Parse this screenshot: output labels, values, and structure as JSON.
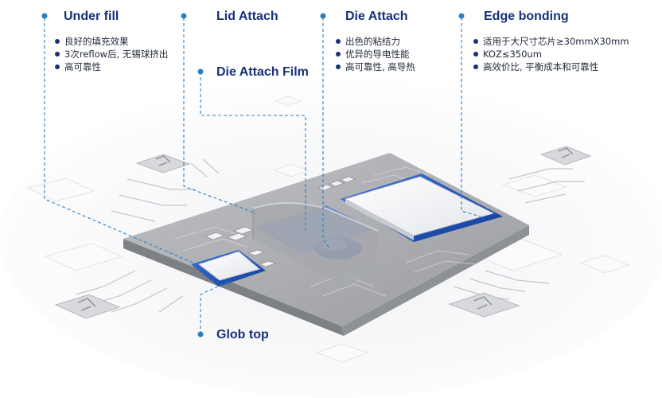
{
  "callouts": [
    {
      "title": "Under fill",
      "bullets": [
        "良好的填充效果",
        "3次reflow后, 无锡球挤出",
        "高可靠性"
      ]
    },
    {
      "title": "Lid Attach",
      "bullets": []
    },
    {
      "title": "Die Attach Film",
      "bullets": []
    },
    {
      "title": "Die Attach",
      "bullets": [
        "出色的粘结力",
        "优异的导电性能",
        "高可靠性, 高导热"
      ]
    },
    {
      "title": "Edge bonding",
      "bullets": [
        "适用于大尺寸芯片≥30mmX30mm",
        "KOZ≤350um",
        "高效价比, 平衡成本和可靠性"
      ]
    },
    {
      "title": "Glob top",
      "bullets": []
    }
  ],
  "colors": {
    "accent": "#17307a",
    "leader": "#2a7fc4",
    "substrate": "#a9abb0",
    "adhesive": "#1f4fb5"
  }
}
